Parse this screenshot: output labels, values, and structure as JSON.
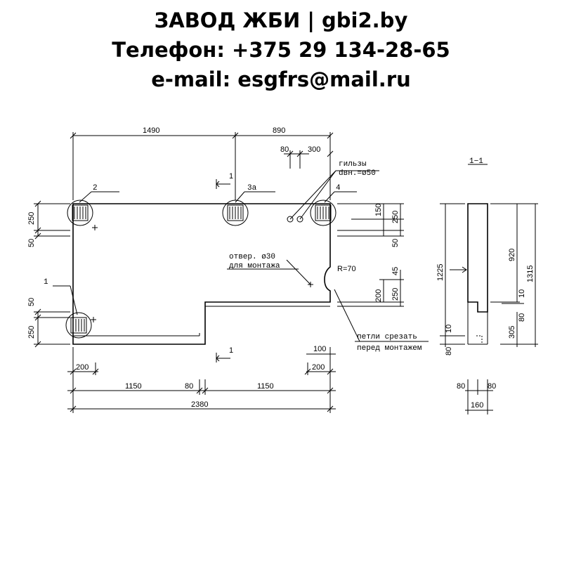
{
  "header": {
    "line1": "ЗАВОД ЖБИ | gbi2.by",
    "line2": "Телефон: +375 29 134-28-65",
    "line3": "e-mail: esgfrs@mail.ru"
  },
  "drawing": {
    "dims_top": [
      "1490",
      "890",
      "80",
      "300"
    ],
    "label_sleeves": "гильзы",
    "label_sleeves_dia": "dвн.=ø50",
    "section_label": "1−1",
    "marks": [
      "1",
      "2",
      "3а",
      "4"
    ],
    "hole_label_1": "отвер. ø30",
    "hole_label_2": "для монтажа",
    "radius": "R=70",
    "loop_note_1": "петли срезать",
    "loop_note_2": "перед монтажем",
    "section_mark": "1",
    "dims_left": [
      "250",
      "50",
      "50",
      "250"
    ],
    "dims_right": [
      "150",
      "250",
      "50",
      "45",
      "250",
      "200"
    ],
    "dims_bottom": [
      "100",
      "200",
      "200",
      "1150",
      "80",
      "1150",
      "2380"
    ],
    "section_dims": [
      "1225",
      "920",
      "1315",
      "10",
      "80",
      "305",
      "10",
      "80",
      "80",
      "80",
      "160"
    ]
  },
  "colors": {
    "ink": "#000000",
    "background": "#ffffff"
  }
}
